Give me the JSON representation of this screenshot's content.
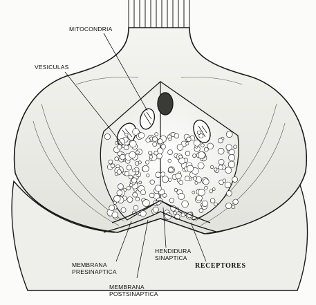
{
  "labels": {
    "mitocondria": "MITOCONDRIA",
    "vesiculas": "VESICULAS",
    "membrana_presinaptica": [
      "MEMBRANA",
      "PRESINAPTICA"
    ],
    "hendidura_sinaptica": [
      "HENDIDURA",
      "SINAPTICA"
    ],
    "receptores": "RECEPTORES",
    "membrana_postsinaptica": [
      "MEMBRANA",
      "POSTSINAPTICA"
    ]
  },
  "colors": {
    "ink": "#1a1a1a",
    "background": "#fbfbf9"
  }
}
